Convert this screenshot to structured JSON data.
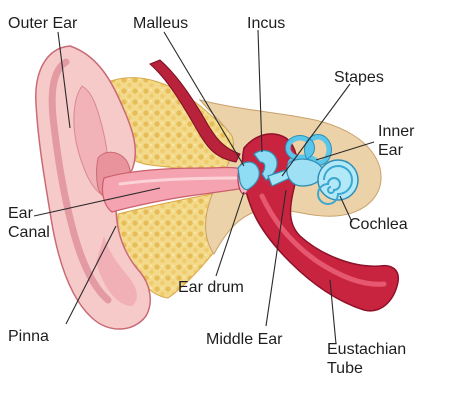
{
  "diagram": {
    "labels": {
      "outer_ear": "Outer Ear",
      "malleus": "Malleus",
      "incus": "Incus",
      "stapes": "Stapes",
      "inner_ear_line1": "Inner",
      "inner_ear_line2": "Ear",
      "ear_canal_line1": "Ear",
      "ear_canal_line2": "Canal",
      "cochlea": "Cochlea",
      "ear_drum": "Ear drum",
      "pinna": "Pinna",
      "middle_ear": "Middle Ear",
      "eustachian_line1": "Eustachian",
      "eustachian_line2": "Tube"
    },
    "colors": {
      "skin": "#f6c6c6",
      "skin_shadow": "#e89a9f",
      "skin_outline": "#c95f6a",
      "fat": "#f3d98a",
      "fat_dots": "#e0b64e",
      "bone": "#e6c9a0",
      "canal": "#f7a8b5",
      "blood_red": "#c9243f",
      "dark_red": "#8e1229",
      "ossicle_blue": "#7fd4f2",
      "cochlea_blue": "#a8e3f5",
      "leader_line": "#2a2a2a"
    }
  }
}
